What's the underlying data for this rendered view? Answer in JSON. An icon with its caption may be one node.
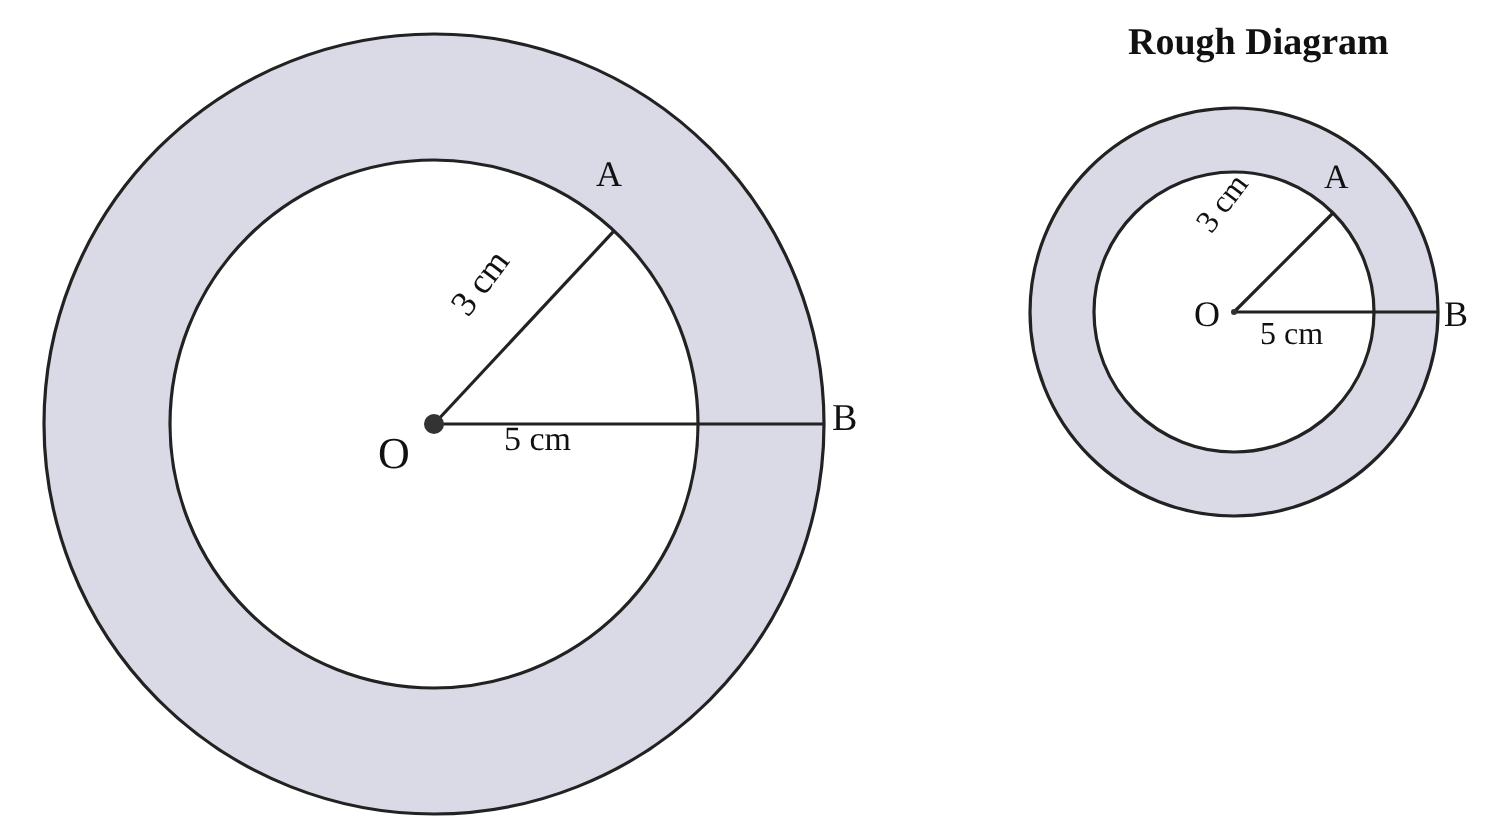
{
  "diagram": {
    "title": "Rough Diagram",
    "labels": [
      "A",
      "3 cm",
      "O",
      "5 cm",
      "B",
      "A",
      "3 cm",
      "O",
      "5 cm",
      "B"
    ]
  }
}
